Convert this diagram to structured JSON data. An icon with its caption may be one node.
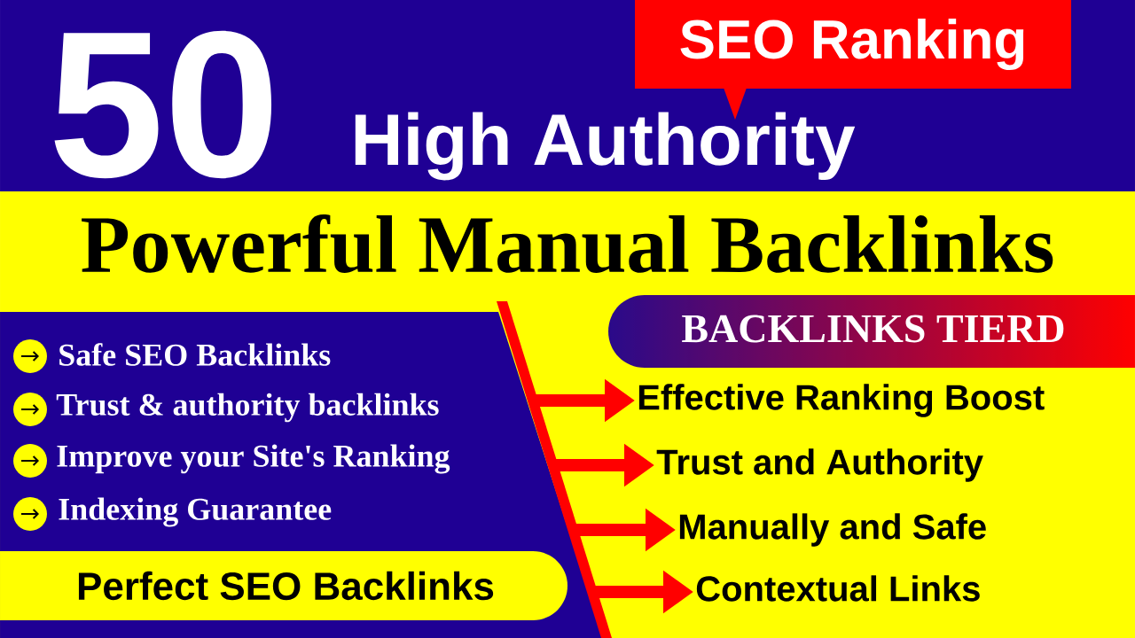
{
  "diagram": {
    "nodes": [
      {
        "text": [
          "SEO Ranking"
        ]
      },
      {
        "text": [
          "BACKLINKS TIERD"
        ]
      },
      {
        "text": [
          "Effective Ranking Boost"
        ]
      },
      {
        "text": [
          "Trust and Authority"
        ]
      },
      {
        "text": [
          "Manually and Safe"
        ]
      },
      {
        "text": [
          "Contextual Links"
        ]
      },
      {
        "text": [
          "Perfect SEO Backlinks"
        ]
      },
      {
        "text": [],
        "shape": "bar"
      }
    ],
    "edges": [
      {
        "from": 7,
        "to": 2,
        "arrow": "to"
      },
      {
        "from": 7,
        "to": 3,
        "arrow": "to"
      },
      {
        "from": 7,
        "to": 4,
        "arrow": "to"
      },
      {
        "from": 7,
        "to": 5,
        "arrow": "to"
      }
    ],
    "labels": [
      "50",
      "High Authority",
      "Powerful Manual Backlinks",
      "Safe SEO Backlinks",
      "Trust & authority backlinks",
      "Improve your Site's Ranking",
      "Indexing Guarantee"
    ]
  }
}
